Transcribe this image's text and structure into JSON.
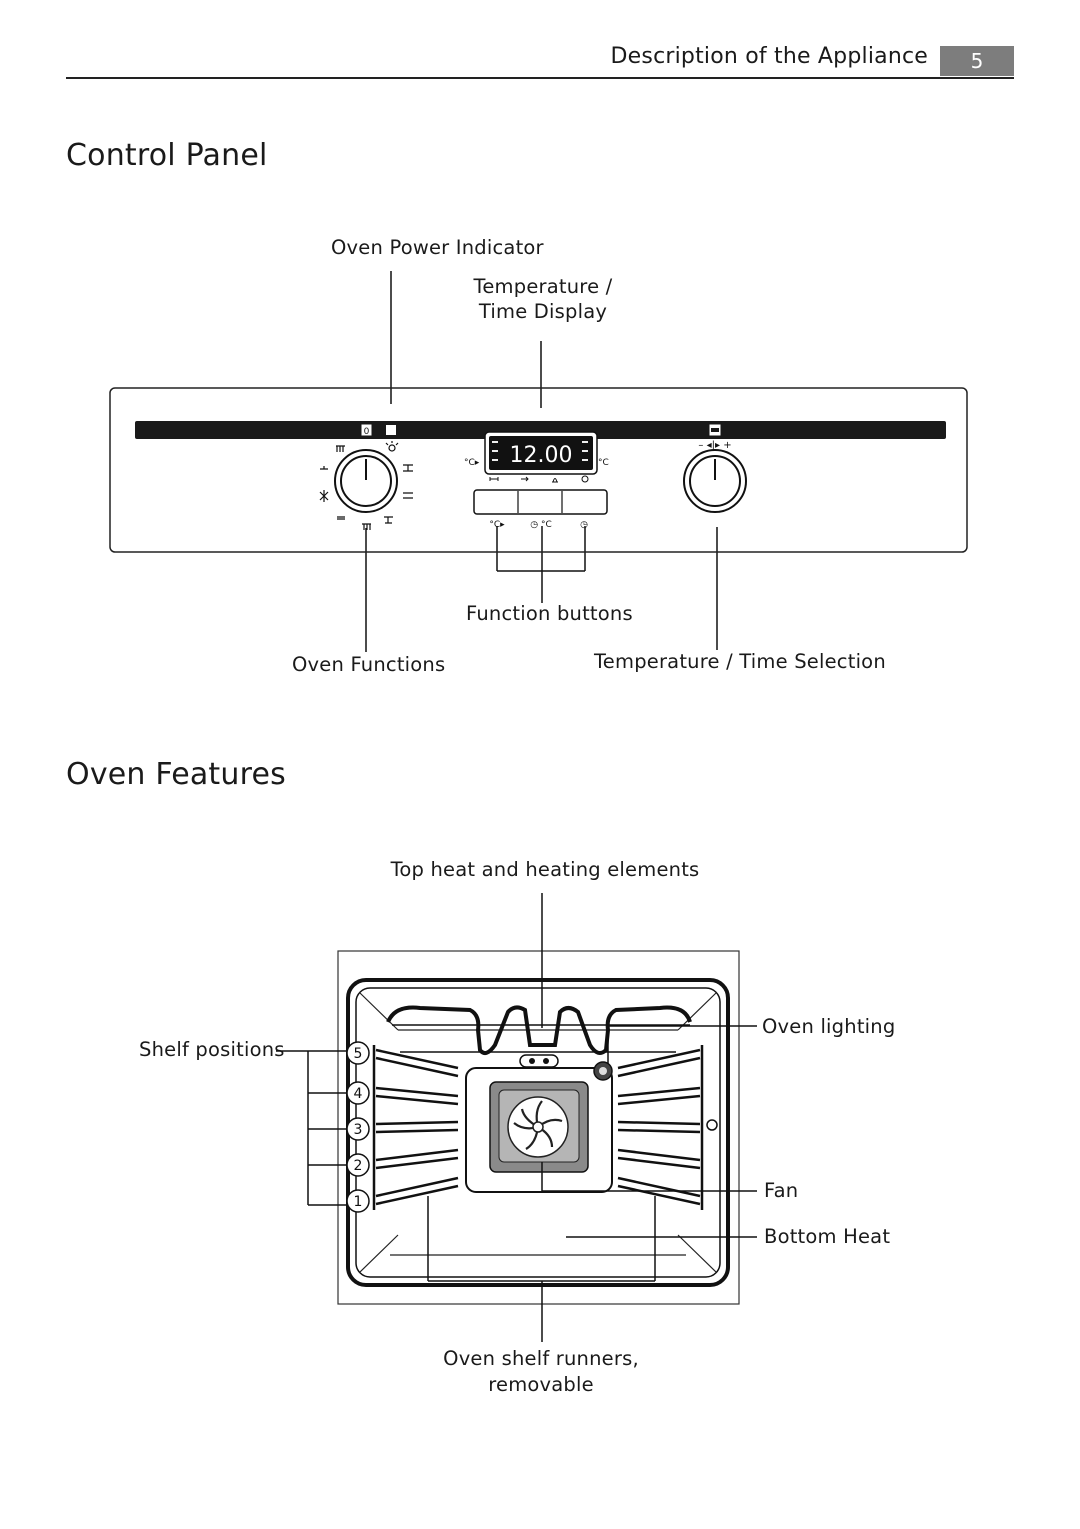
{
  "header": {
    "title": "Description of the Appliance",
    "page_number": "5"
  },
  "control_panel": {
    "heading": "Control Panel",
    "labels": {
      "power_indicator": "Oven Power Indicator",
      "display_line1": "Temperature /",
      "display_line2": "Time Display",
      "function_buttons": "Function buttons",
      "oven_functions": "Oven Functions",
      "temp_time_selection": "Temperature / Time Selection"
    },
    "display_value": "12.00",
    "display_unit": "°C",
    "display_left_symbol": "°C▸",
    "knob_symbols": "– ◂|▸ +",
    "button_symbols": [
      "°C▸",
      "◷ °C",
      "◷"
    ]
  },
  "oven_features": {
    "heading": "Oven Features",
    "labels": {
      "top_heat": "Top heat and heating elements",
      "shelf_positions": "Shelf positions",
      "oven_lighting": "Oven lighting",
      "fan": "Fan",
      "bottom_heat": "Bottom Heat",
      "runners_line1": "Oven shelf runners,",
      "runners_line2": "removable"
    },
    "shelf_numbers": [
      "5",
      "4",
      "3",
      "2",
      "1"
    ]
  },
  "colors": {
    "panel_strip": "#1a1a1a",
    "page_badge": "#7d7d7d",
    "fan_box": "#9a9a9a"
  }
}
